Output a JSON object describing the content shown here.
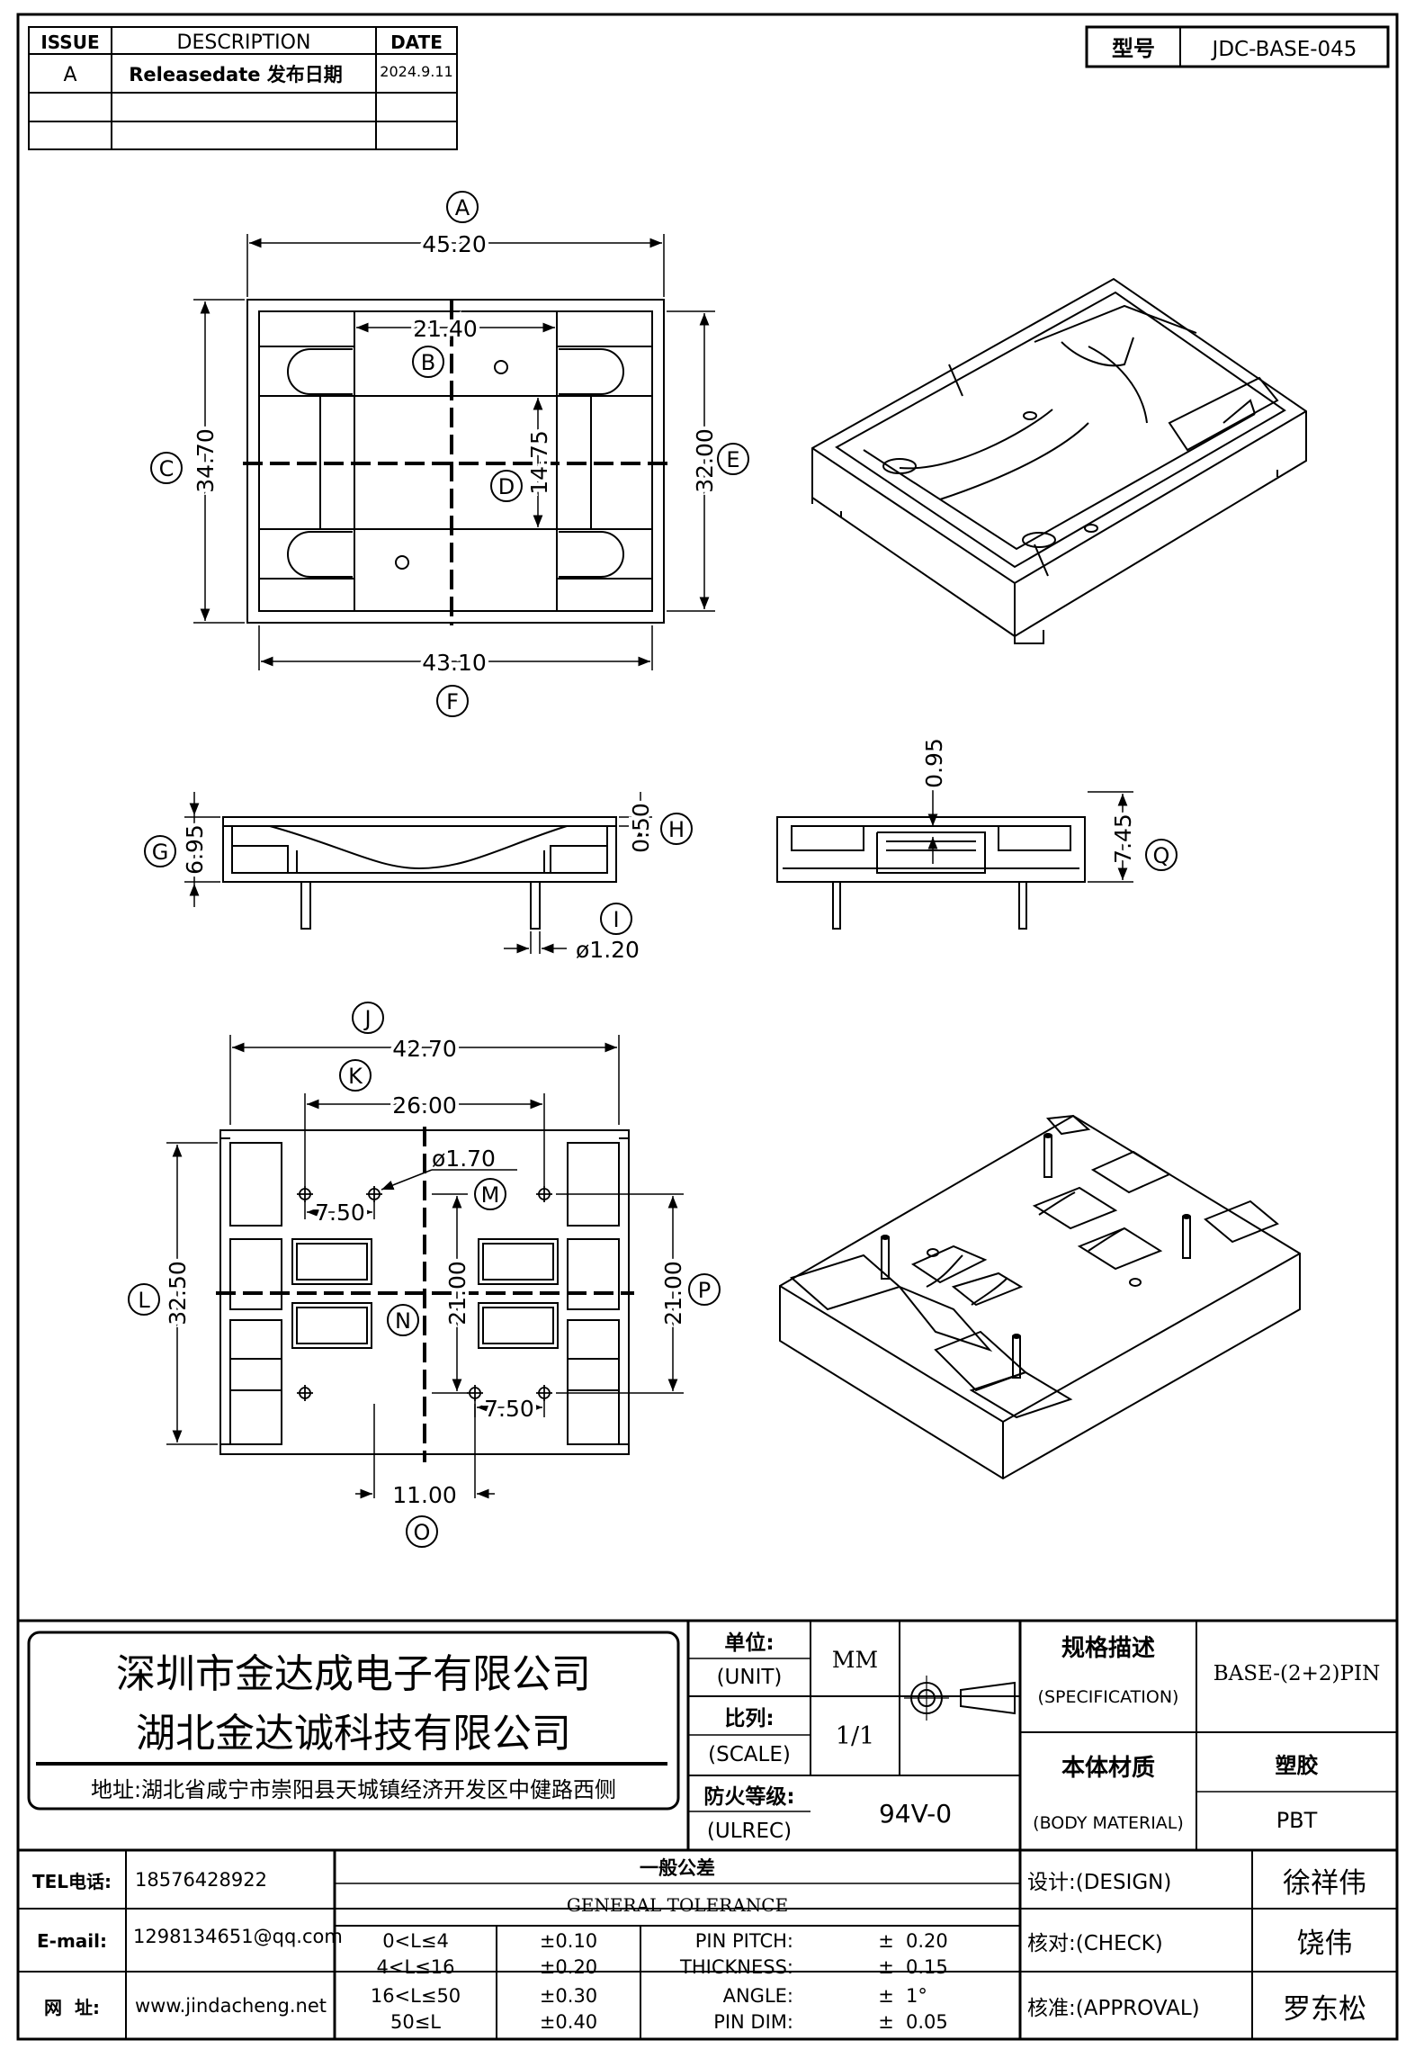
{
  "revision": {
    "headers": {
      "issue": "ISSUE",
      "description": "DESCRIPTION",
      "date": "DATE"
    },
    "rows": [
      {
        "issue": "A",
        "description": "Releasedate 发布日期",
        "date": "2024.9.11"
      }
    ]
  },
  "model": {
    "label": "型号",
    "value": "JDC-BASE-045"
  },
  "dimensions": {
    "A": "45.20",
    "B": "21.40",
    "C": "34.70",
    "D": "14.75",
    "E": "32.00",
    "F": "43.10",
    "G": "6.95",
    "H": "0.50",
    "I": "ø1.20",
    "top_gap": "0.95",
    "Q": "7.45",
    "J": "42.70",
    "K": "26.00",
    "M": "ø1.70",
    "pitch1": "7.50",
    "L": "32.50",
    "N": "21.00",
    "P": "21.00",
    "pitch2": "7.50",
    "O": "11.00"
  },
  "labels": {
    "A": "A",
    "B": "B",
    "C": "C",
    "D": "D",
    "E": "E",
    "F": "F",
    "G": "G",
    "H": "H",
    "I": "I",
    "Q": "Q",
    "J": "J",
    "K": "K",
    "L": "L",
    "M": "M",
    "N": "N",
    "P": "P",
    "O": "O"
  },
  "company": {
    "name1": "深圳市金达成电子有限公司",
    "name2": "湖北金达诚科技有限公司",
    "address": "地址:湖北省咸宁市崇阳县天城镇经济开发区中健路西侧"
  },
  "unit": {
    "label_cn": "单位:",
    "label_en": "(UNIT)",
    "value": "MM"
  },
  "scale": {
    "label_cn": "比列:",
    "label_en": "(SCALE)",
    "value": "1/1"
  },
  "ulrec": {
    "label_cn": "防火等级:",
    "label_en": "(ULREC)",
    "value": "94V-0"
  },
  "spec": {
    "label_cn": "规格描述",
    "label_en": "(SPECIFICATION)",
    "value": "BASE-(2+2)PIN"
  },
  "material": {
    "label_cn": "本体材质",
    "label_en": "(BODY MATERIAL)",
    "value_cn": "塑胶",
    "value_en": "PBT"
  },
  "contact": {
    "tel_label": "TEL电话:",
    "tel": "18576428922",
    "email_label": "E-mail:",
    "email": "1298134651@qq.com",
    "web_label": "网  址:",
    "web": "www.jindacheng.net"
  },
  "tolerance": {
    "title_cn": "一般公差",
    "title_en": "GENERAL TOLERANCE",
    "ranges": [
      {
        "range": "0<L≤4",
        "tol": "±0.10"
      },
      {
        "range": "4<L≤16",
        "tol": "±0.20"
      },
      {
        "range": "16<L≤50",
        "tol": "±0.30"
      },
      {
        "range": "50≤L",
        "tol": "±0.40"
      }
    ],
    "specs": [
      {
        "name": "PIN PITCH:",
        "sign": "±",
        "value": "0.20"
      },
      {
        "name": "THICKNESS:",
        "sign": "±",
        "value": "0.15"
      },
      {
        "name": "ANGLE:",
        "sign": "±",
        "value": "1°"
      },
      {
        "name": "PIN DIM:",
        "sign": "±",
        "value": "0.05"
      }
    ]
  },
  "approval": {
    "design_label": "设计:(DESIGN)",
    "design": "徐祥伟",
    "check_label": "核对:(CHECK)",
    "check": "饶伟",
    "approval_label": "核准:(APPROVAL)",
    "approval": "罗东松"
  }
}
